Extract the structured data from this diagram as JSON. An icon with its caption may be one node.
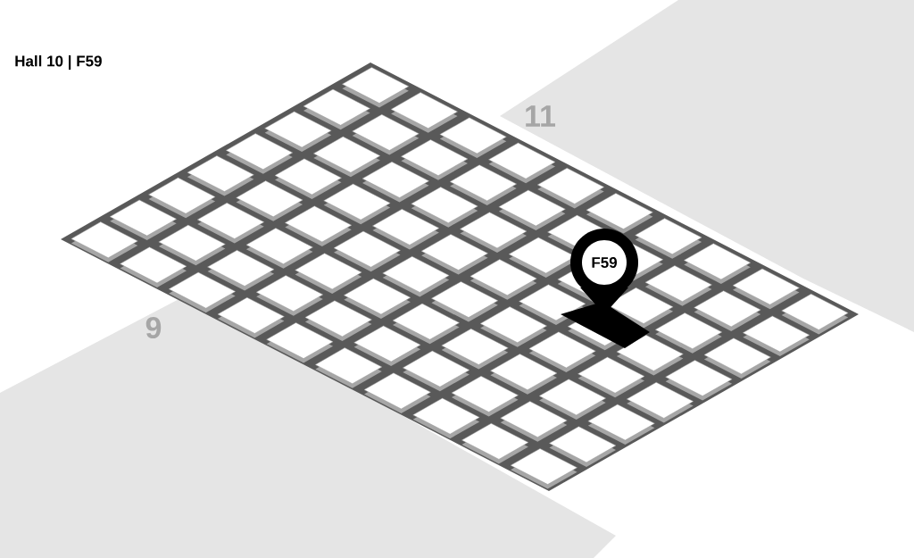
{
  "diagram": {
    "nodes": [
      {
        "text": [
          "F59"
        ]
      }
    ],
    "labels": [
      "Hall 10 | F59",
      "11",
      "9"
    ]
  }
}
